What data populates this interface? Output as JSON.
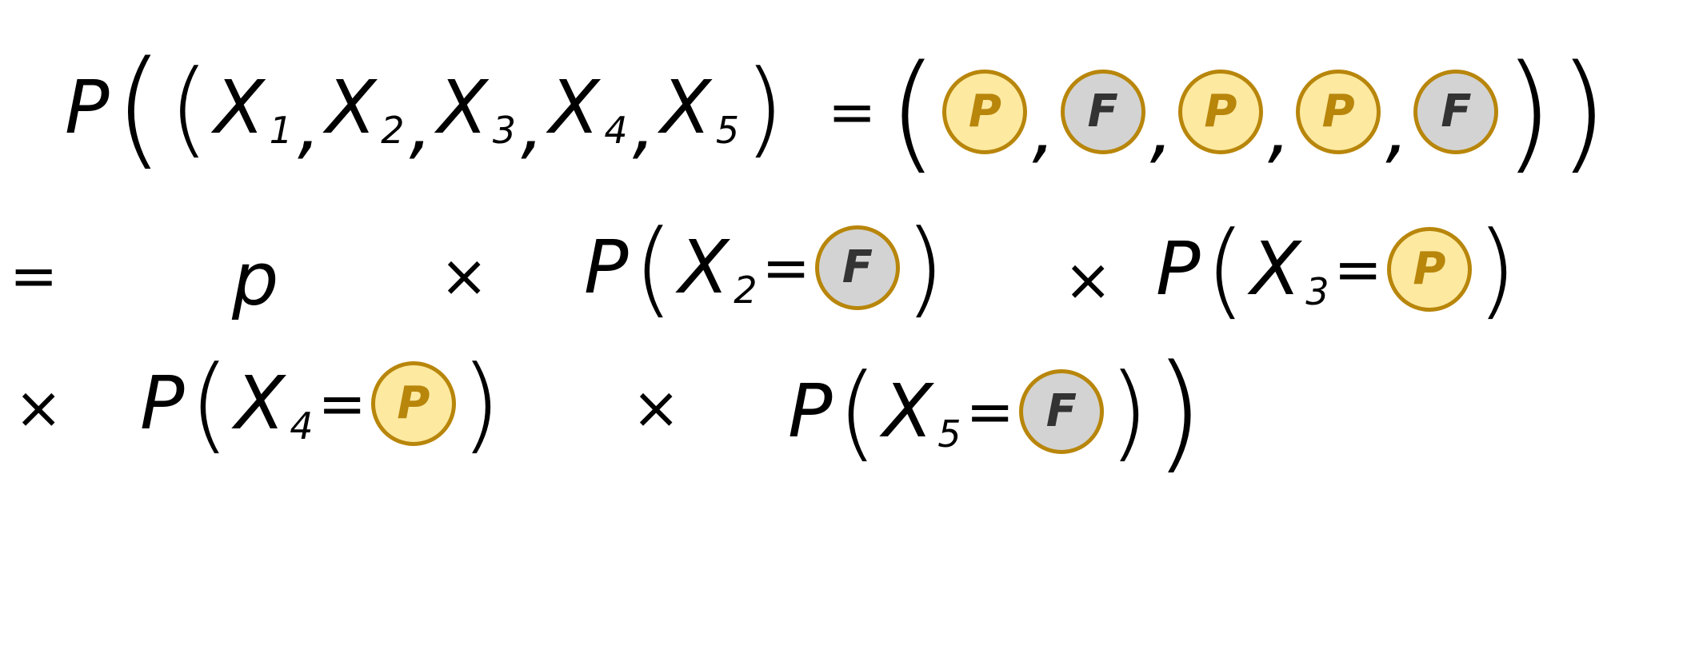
{
  "symbols": {
    "prob": "P",
    "eq": "=",
    "times": "×",
    "comma": ",",
    "open": "(",
    "close": ")",
    "p": "p"
  },
  "variables": [
    {
      "name": "X",
      "sub": "1"
    },
    {
      "name": "X",
      "sub": "2"
    },
    {
      "name": "X",
      "sub": "3"
    },
    {
      "name": "X",
      "sub": "4"
    },
    {
      "name": "X",
      "sub": "5"
    }
  ],
  "outcomes": [
    "P",
    "F",
    "P",
    "P",
    "F"
  ],
  "colors": {
    "pass_fill": "#fde9a0",
    "fail_fill": "#d3d3d3",
    "border": "#b8860b"
  }
}
